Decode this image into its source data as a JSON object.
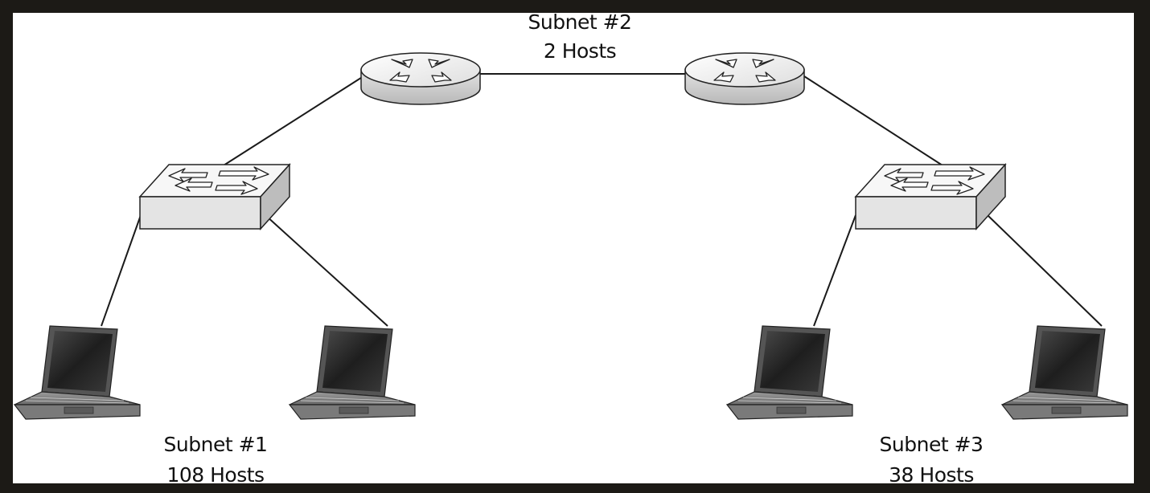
{
  "diagram": {
    "subnets": [
      {
        "name": "Subnet #1",
        "hosts": "108 Hosts"
      },
      {
        "name": "Subnet #2",
        "hosts": "2 Hosts"
      },
      {
        "name": "Subnet #3",
        "hosts": "38 Hosts"
      }
    ],
    "devices": {
      "routers": [
        "router-left",
        "router-right"
      ],
      "switches": [
        "switch-left",
        "switch-right"
      ],
      "laptops": [
        "laptop-1",
        "laptop-2",
        "laptop-3",
        "laptop-4"
      ]
    },
    "colors": {
      "frame": "#1c1a16",
      "canvas": "#ffffff",
      "device_light": "#f2f2f2",
      "device_shade": "#cfcfcf",
      "screen": "#2a2a2a",
      "line": "#1a1a1a"
    }
  }
}
